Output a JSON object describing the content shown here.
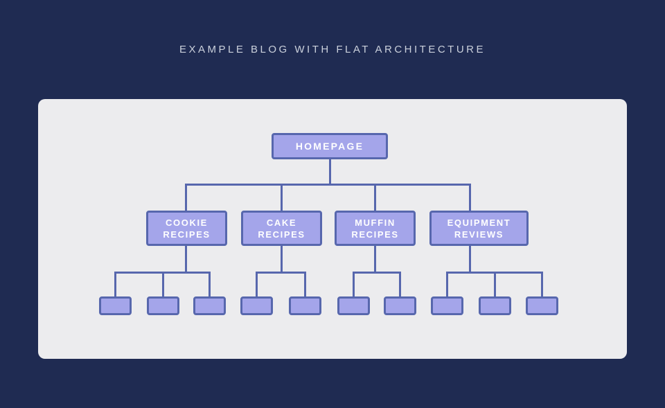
{
  "title": "EXAMPLE BLOG WITH FLAT ARCHITECTURE",
  "colors": {
    "background": "#1f2b52",
    "panel": "#ececee",
    "node_fill": "#a4a5ea",
    "node_border": "#5767ad",
    "connector": "#5767ad",
    "title_text": "#cbd1dc",
    "node_text": "#ffffff"
  },
  "diagram": {
    "root": {
      "label": "HOMEPAGE"
    },
    "categories": [
      {
        "label": "COOKIE RECIPES",
        "lines": [
          "COOKIE",
          "RECIPES"
        ],
        "children": 3
      },
      {
        "label": "CAKE RECIPES",
        "lines": [
          "CAKE",
          "RECIPES"
        ],
        "children": 2
      },
      {
        "label": "MUFFIN RECIPES",
        "lines": [
          "MUFFIN",
          "RECIPES"
        ],
        "children": 2
      },
      {
        "label": "EQUIPMENT REVIEWS",
        "lines": [
          "EQUIPMENT",
          "REVIEWS"
        ],
        "children": 3
      }
    ],
    "leaf_total": 10
  }
}
